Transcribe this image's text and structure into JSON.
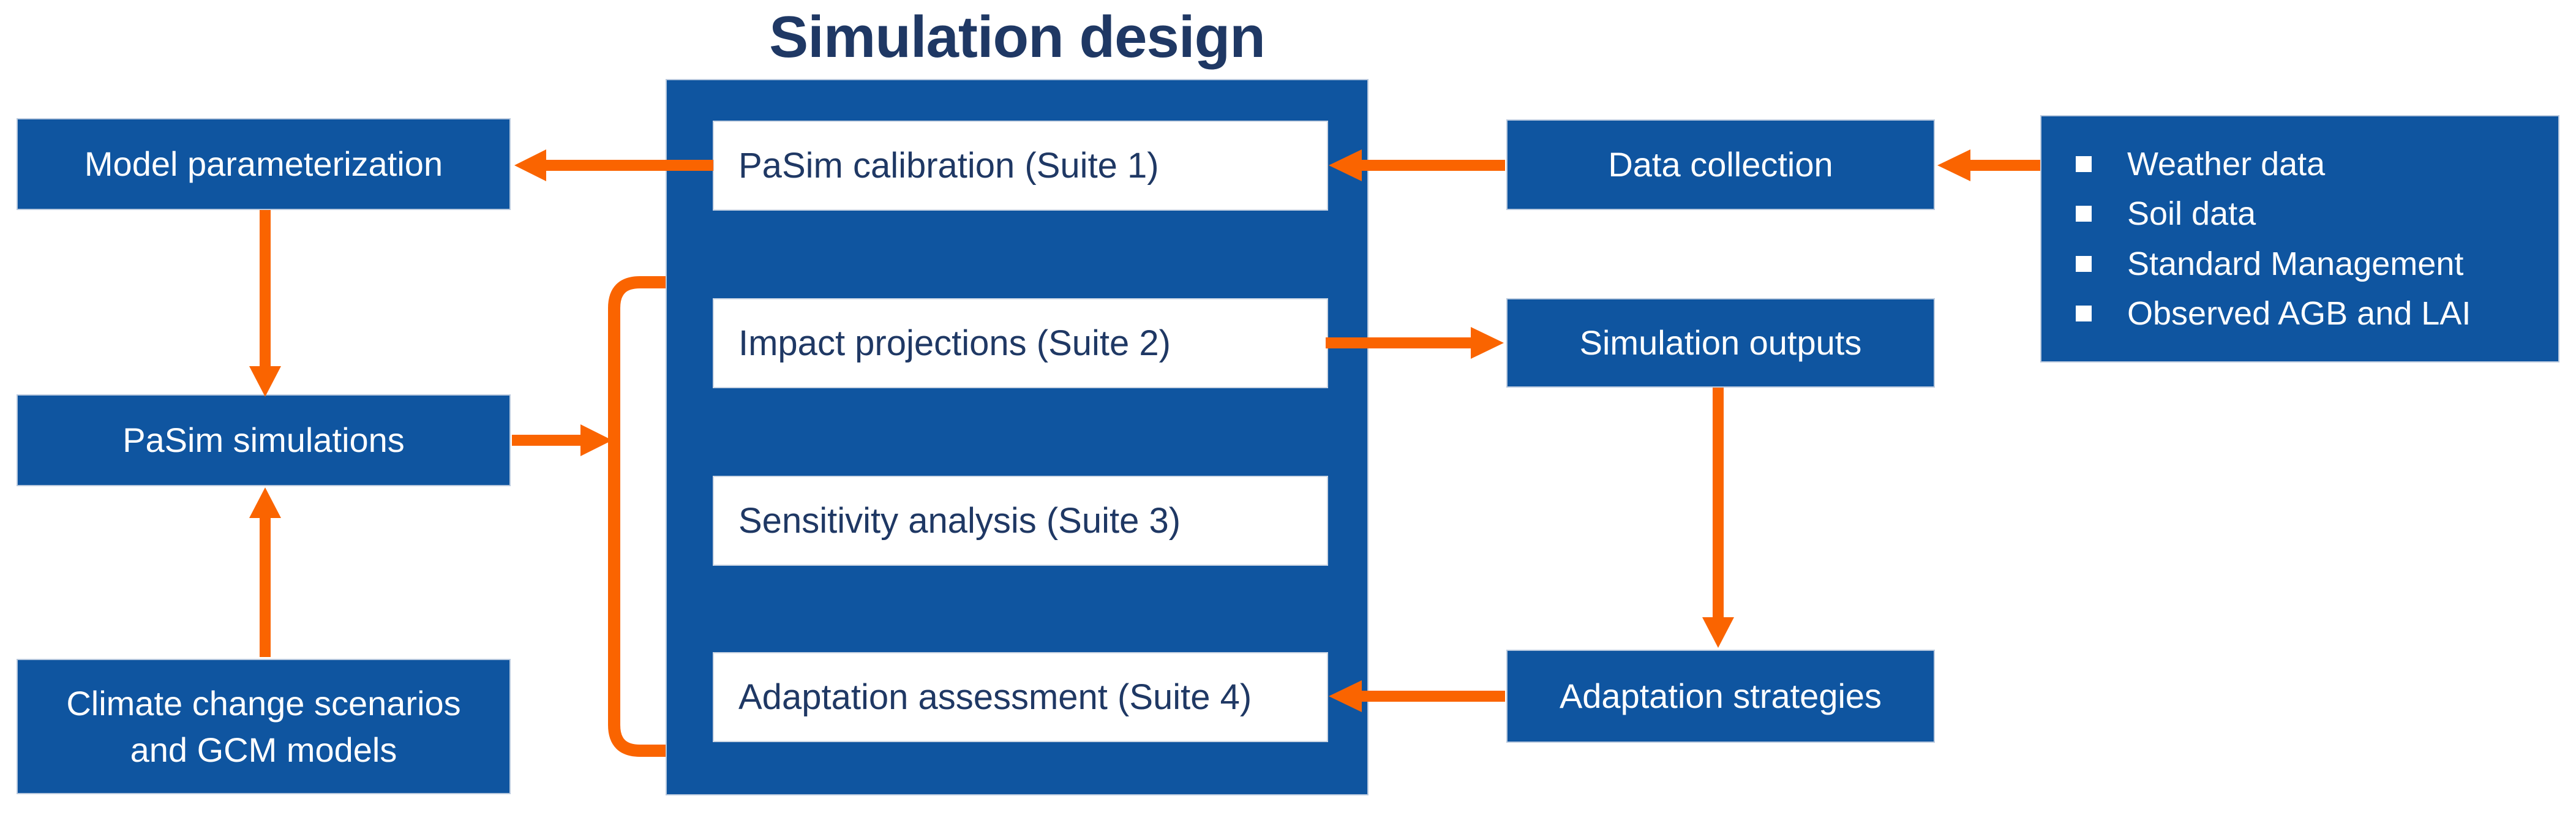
{
  "title": "Simulation design",
  "palette": {
    "box_blue": "#0F55A0",
    "arrow_orange": "#FA6400",
    "navy_text": "#1F3864",
    "white": "#FFFFFF"
  },
  "center_panel": {
    "suites": [
      {
        "label": "PaSim calibration (Suite 1)"
      },
      {
        "label": "Impact projections (Suite 2)"
      },
      {
        "label": "Sensitivity analysis (Suite 3)"
      },
      {
        "label": "Adaptation assessment (Suite 4)"
      }
    ]
  },
  "left_column": {
    "model_parameterization": "Model parameterization",
    "pasim_simulations": "PaSim simulations",
    "climate_scenarios_line1": "Climate change scenarios",
    "climate_scenarios_line2": "and GCM models"
  },
  "right_column": {
    "data_collection": "Data collection",
    "simulation_outputs": "Simulation outputs",
    "adaptation_strategies": "Adaptation strategies"
  },
  "data_inputs": {
    "items": [
      "Weather data",
      "Soil data",
      "Standard Management",
      "Observed AGB and LAI"
    ]
  },
  "connections": [
    "PaSim calibration (Suite 1) -> Model parameterization",
    "Model parameterization -> PaSim simulations",
    "Climate change scenarios and GCM models -> PaSim simulations",
    "PaSim simulations -> Suites 2-4 (bracket into Simulation design panel)",
    "Data collection -> PaSim calibration (Suite 1)",
    "Impact projections (Suite 2) -> Simulation outputs",
    "Simulation outputs -> Adaptation strategies",
    "Adaptation strategies -> Adaptation assessment (Suite 4)",
    "Input data list -> Data collection"
  ]
}
